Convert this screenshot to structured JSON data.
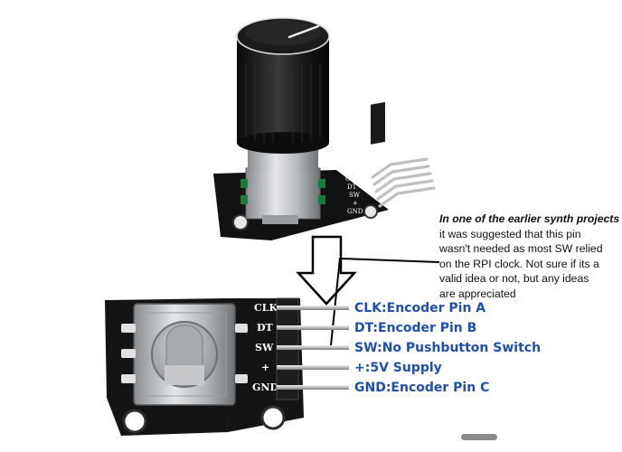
{
  "board_top": {
    "pins": [
      "CLK",
      "DT",
      "SW",
      "+",
      "GND"
    ]
  },
  "board_bottom": {
    "pins": [
      "CLK",
      "DT",
      "SW",
      "+",
      "GND"
    ]
  },
  "pin_labels": [
    "CLK:Encoder Pin A",
    "DT:Encoder Pin B",
    "SW:No Pushbutton Switch",
    "+:5V Supply",
    "GND:Encoder Pin C"
  ],
  "note": {
    "line1": "In one of the earlier synth projects",
    "line2": "it was suggested that this pin",
    "line3": "wasn't needed as most SW relied",
    "line4": "on the RPI clock. Not sure if its a",
    "line5": "valid idea or not, but any ideas",
    "line6": "are appreciated"
  },
  "colors": {
    "label_blue": "#1f4fae",
    "board": "#111111",
    "pin_gold": "#c9a84a"
  }
}
